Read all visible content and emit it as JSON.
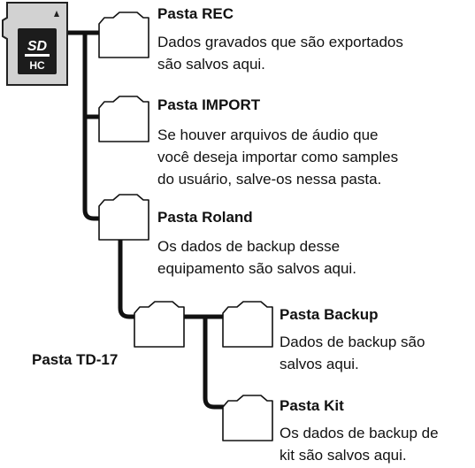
{
  "card": {
    "logo_top": "SD",
    "logo_bottom": "HC"
  },
  "rec": {
    "title": "Pasta REC",
    "lines": [
      "Dados gravados que são exportados",
      "são salvos aqui."
    ]
  },
  "import": {
    "title": "Pasta IMPORT",
    "lines": [
      "Se houver arquivos de áudio que",
      "você deseja importar como samples",
      "do usuário, salve-os nessa pasta."
    ]
  },
  "roland": {
    "title": "Pasta Roland",
    "lines": [
      "Os dados de backup desse",
      "equipamento são salvos aqui."
    ]
  },
  "td17": {
    "title": "Pasta TD-17"
  },
  "backup": {
    "title": "Pasta Backup",
    "lines": [
      "Dados de backup são",
      "salvos aqui."
    ]
  },
  "kit": {
    "title": "Pasta Kit",
    "lines": [
      "Os dados de backup de",
      "kit são salvos aqui."
    ]
  }
}
